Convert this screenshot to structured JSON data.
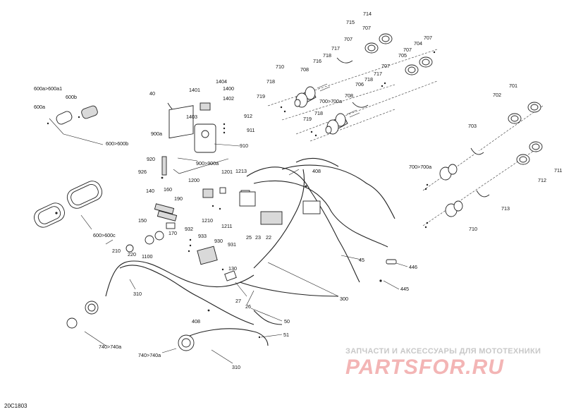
{
  "diagram_code": "20C1803",
  "watermark": {
    "caption": "ЗАПЧАСТИ И АКСЕССУАРЫ ДЛЯ МОТОТЕХНИКИ",
    "logo": "PARTSFOR.RU"
  },
  "callouts": {
    "c714": "714",
    "c715": "715",
    "c707a": "707",
    "c707b": "707",
    "c707c": "707",
    "c707d": "707",
    "c707e": "707",
    "c704": "704",
    "c705": "705",
    "c717a": "717",
    "c717b": "717",
    "c718a": "718",
    "c718b": "718",
    "c718c": "718",
    "c718d": "718",
    "c716": "716",
    "c706": "706",
    "c708a": "708",
    "c708b": "708",
    "c710a": "710",
    "c710b": "710",
    "c719a": "719",
    "c719b": "719",
    "c700": "700>700a",
    "c700b": "700>700a",
    "c701": "701",
    "c702": "702",
    "c703": "703",
    "c711": "711",
    "c712": "712",
    "c713": "713",
    "c600a": "600a",
    "c600a1": "600a>600a1",
    "c600b": "600b",
    "c600b2": "600>600b",
    "c600c": "600>600c",
    "c40": "40",
    "c1401": "1401",
    "c1404": "1404",
    "c1400": "1400",
    "c1402": "1402",
    "c1403": "1403",
    "c912": "912",
    "c911": "911",
    "c910": "910",
    "c900a": "900a",
    "c920": "920",
    "c900": "900>900a",
    "c926": "926",
    "c1200": "1200",
    "c1201": "1201",
    "c1213": "1213",
    "c1210": "1210",
    "c1211": "1211",
    "c408a": "408",
    "c408b": "408",
    "c140": "140",
    "c160": "160",
    "c190": "190",
    "c150": "150",
    "c170": "170",
    "c210": "210",
    "c220": "220",
    "c1100": "1100",
    "c932": "932",
    "c933": "933",
    "c930": "930",
    "c931": "931",
    "c25": "25",
    "c23": "23",
    "c22": "22",
    "c45": "45",
    "c130": "130",
    "c446": "446",
    "c445": "445",
    "c310a": "310",
    "c310b": "310",
    "c300": "300",
    "c27": "27",
    "c26": "26",
    "c50": "50",
    "c51": "51",
    "c740a": "740>740a",
    "c740b": "740>740a"
  }
}
